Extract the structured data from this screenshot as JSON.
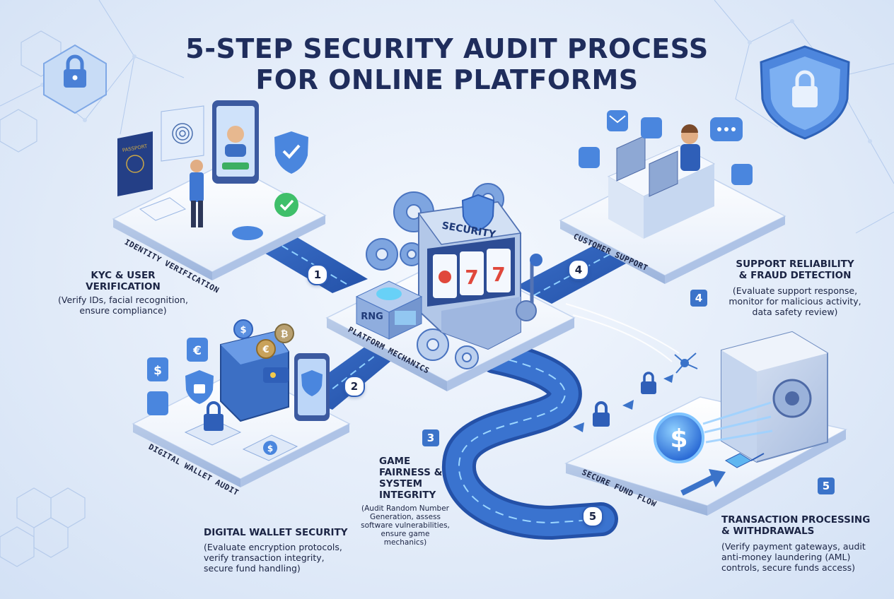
{
  "title": {
    "line1": "5-STEP SECURITY AUDIT PROCESS",
    "line2": "FOR ONLINE PLATFORMS"
  },
  "platforms": {
    "identity": "IDENTITY VERIFICATION",
    "mechanics": "PLATFORM MECHANICS",
    "support": "CUSTOMER SUPPORT",
    "wallet": "DIGITAL WALLET AUDIT",
    "fundflow": "SECURE FUND FLOW"
  },
  "badges": {
    "b1": "1",
    "b2": "2",
    "b3": "3",
    "b4_road": "4",
    "b4_side": "4",
    "b5_road": "5",
    "b5_side": "5"
  },
  "props": {
    "passport": "PASSPORT",
    "slot_banner": "SECURITY",
    "rng": "RNG",
    "euro": "€",
    "dollar": "$",
    "bitcoin": "₿",
    "reels": [
      "7",
      "7"
    ]
  },
  "steps": {
    "kyc": {
      "heading": [
        "KYC & USER",
        "VERIFICATION"
      ],
      "desc": [
        "(Verify IDs, facial recognition,",
        "ensure compliance)"
      ]
    },
    "wallet": {
      "heading": [
        "DIGITAL WALLET SECURITY"
      ],
      "desc": [
        "(Evaluate encryption protocols,",
        "verify transaction integrity,",
        "secure fund handling)"
      ]
    },
    "fairness": {
      "heading": [
        "GAME",
        "FAIRNESS &",
        "SYSTEM",
        "INTEGRITY"
      ],
      "desc": [
        "(Audit Random Number",
        "Generation, assess",
        "software vulnerabilities,",
        "ensure game",
        "mechanics)"
      ]
    },
    "support": {
      "heading": [
        "SUPPORT RELIABILITY",
        "& FRAUD DETECTION"
      ],
      "desc": [
        "(Evaluate support response,",
        "monitor for malicious activity,",
        "data safety review)"
      ]
    },
    "transactions": {
      "heading": [
        "TRANSACTION PROCESSING",
        "& WITHDRAWALS"
      ],
      "desc": [
        "(Verify payment gateways, audit",
        "anti-money laundering (AML)",
        "controls, secure funds access)"
      ]
    }
  },
  "colors": {
    "navy": "#1f2d5c",
    "accent": "#3b73c9",
    "road": "#2f5fb8",
    "glow": "#7fc4ff"
  }
}
